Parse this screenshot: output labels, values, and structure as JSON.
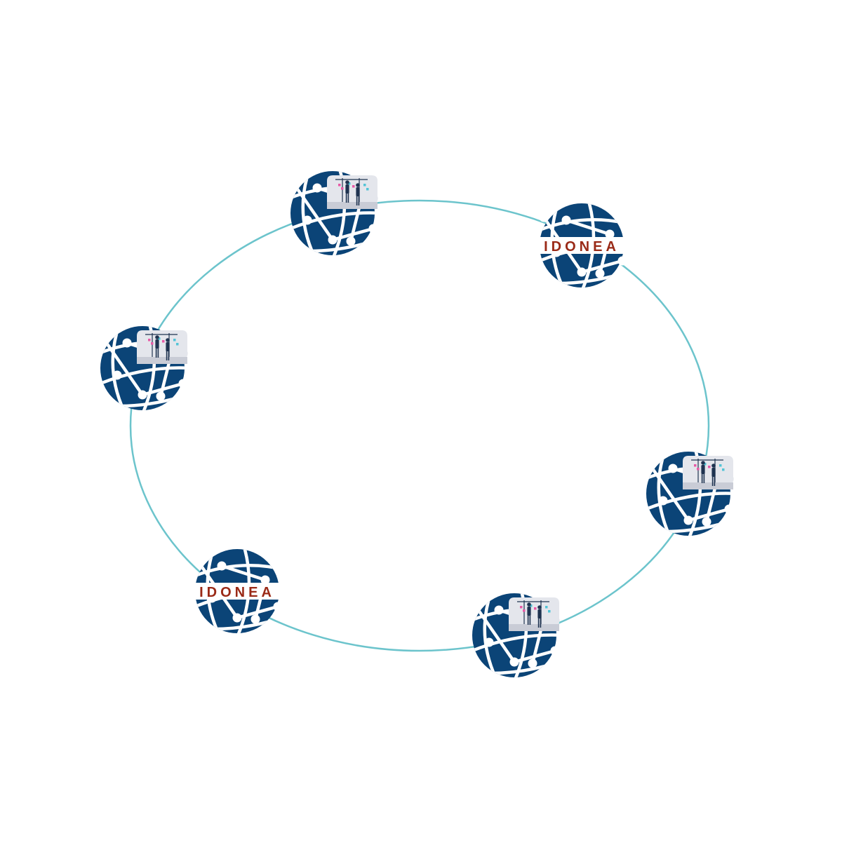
{
  "diagram": {
    "colors": {
      "ring": "#6cc4cc",
      "globe": "#0b4477",
      "globe_lines": "#ffffff",
      "brand_text": "#9a2a17",
      "photo_panel": "#e4e6ec",
      "photo_floor": "#c9ccd6",
      "figure": "#1f3350",
      "note_pink": "#e85aa6",
      "note_cyan": "#53c4d6"
    },
    "nodes": [
      {
        "id": "top-left",
        "badge": "photo"
      },
      {
        "id": "top-right",
        "badge": "logo",
        "logo_text": "IDONEA"
      },
      {
        "id": "left",
        "badge": "photo"
      },
      {
        "id": "right",
        "badge": "photo"
      },
      {
        "id": "bottom-left",
        "badge": "logo",
        "logo_text": "IDONEA"
      },
      {
        "id": "bottom-right",
        "badge": "photo"
      }
    ]
  }
}
